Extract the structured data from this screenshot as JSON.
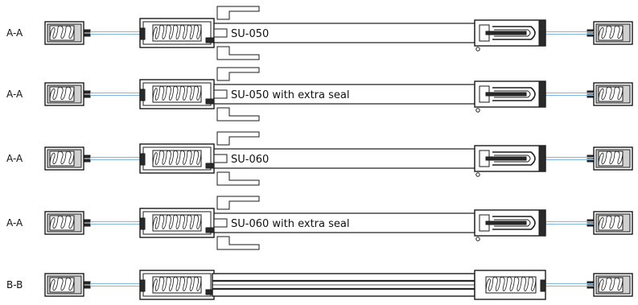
{
  "rows": [
    {
      "section": "A-A",
      "text": "SU-050",
      "kind": "door"
    },
    {
      "section": "A-A",
      "text": "SU-050 with extra seal",
      "kind": "door"
    },
    {
      "section": "A-A",
      "text": "SU-060",
      "kind": "door"
    },
    {
      "section": "A-A",
      "text": "SU-060 with extra seal",
      "kind": "door"
    },
    {
      "section": "B-B",
      "text": "",
      "kind": "frame"
    }
  ],
  "colors": {
    "line": "#1a1a1a",
    "glass": "#7fb6dd",
    "fill": "#d0d0d0",
    "dark": "#2a2a2a"
  }
}
